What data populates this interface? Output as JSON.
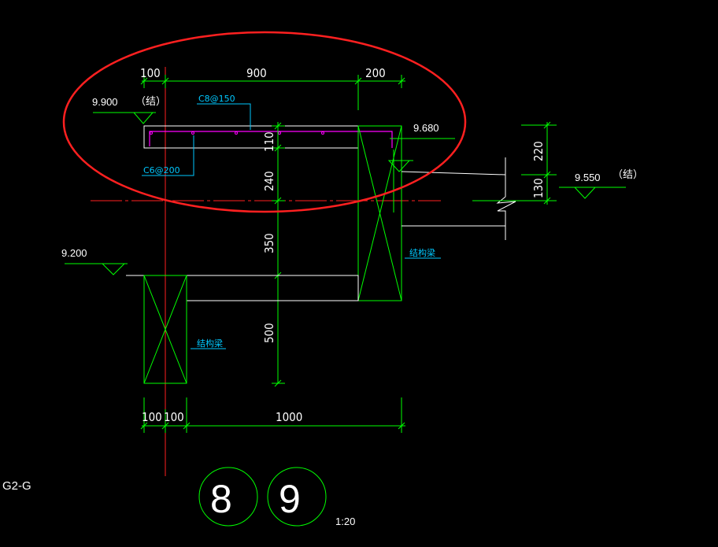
{
  "drawing": {
    "dims": {
      "top_100": "100",
      "top_900": "900",
      "top_200": "200",
      "v_110": "110",
      "v_240": "240",
      "v_350": "350",
      "v_500": "500",
      "v_220": "220",
      "v_130": "130",
      "bot_100a": "100",
      "bot_100b": "100",
      "bot_1000": "1000"
    },
    "levels": {
      "l_9900": "9.900",
      "l_9900_note": "（结）",
      "l_9680": "9.680",
      "l_9550": "9.550",
      "l_9550_note": "（结）",
      "l_9200": "9.200"
    },
    "rebar": {
      "top": "C8@150",
      "bottom": "C6@200"
    },
    "beam_label_right": "结构梁",
    "beam_label_left": "结构梁",
    "grid_label": "G2-G",
    "ref_8": "8",
    "ref_9": "9",
    "scale": "1:20",
    "colors": {
      "background": "#000000",
      "structure": "#00ff00",
      "outline": "#ffffff",
      "axis": "#ff2020",
      "rebar": "#ff00ff",
      "leader": "#00c8ff",
      "highlight": "#ff2020"
    }
  }
}
